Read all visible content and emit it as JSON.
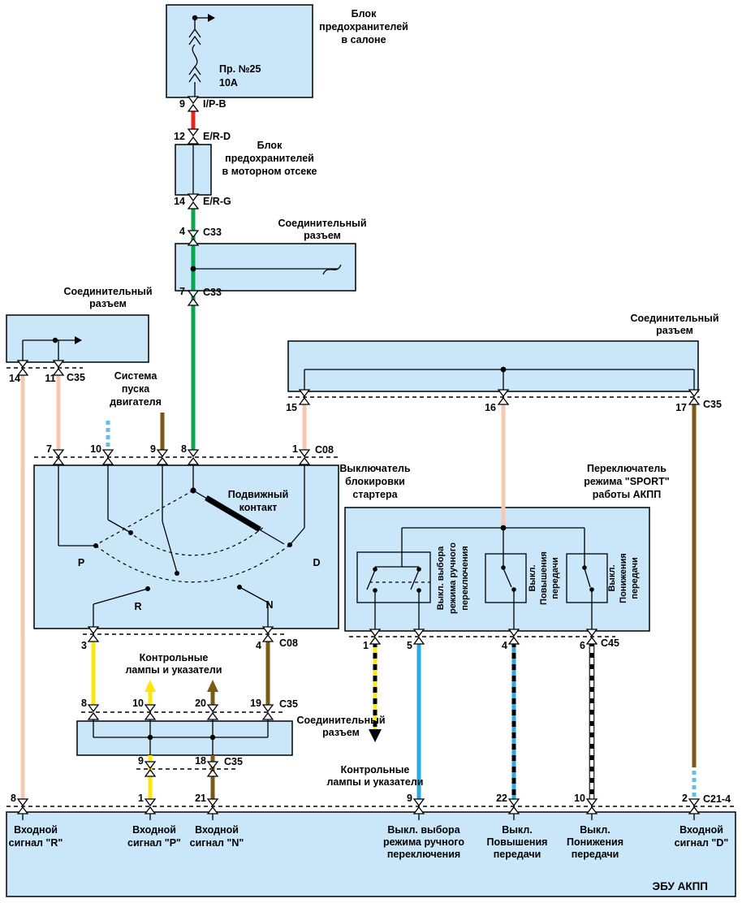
{
  "palette": {
    "box_fill": "#c9e7f8",
    "pink": "#f6c7b2",
    "red": "#e8241d",
    "green": "#0aa54c",
    "brown": "#7b5a17",
    "yellow": "#ffe60a",
    "blue": "#29abe2",
    "light_blue": "#62bfe9"
  },
  "cabin_fuse": {
    "label": [
      "Блок",
      "предохранителей",
      "в салоне"
    ],
    "fuse_name": "Пр. №25",
    "fuse_rating": "10А"
  },
  "engine_fuse": {
    "label": [
      "Блок",
      "предохранителей",
      "в моторном отсеке"
    ]
  },
  "wire_tags": {
    "ipb": "I/P-B",
    "erd": "E/R-D",
    "erg": "E/R-G"
  },
  "joints": {
    "label": [
      "Соединительный",
      "разъем"
    ]
  },
  "start_system": {
    "label": [
      "Система",
      "пуска",
      "двигателя"
    ]
  },
  "pins": {
    "p9": "9",
    "p12": "12",
    "p14": "14",
    "p4": "4",
    "p7": "7",
    "c33": "C33",
    "left_p14": "14",
    "left_p11": "11",
    "left_c35": "C35",
    "right_p15": "15",
    "right_p16": "16",
    "right_p17": "17",
    "right_c35": "C35",
    "inh_p7": "7",
    "inh_p10": "10",
    "inh_p9": "9",
    "inh_p8": "8",
    "inh_p1": "1",
    "inh_c08": "C08",
    "inh_b3": "3",
    "inh_b4": "4",
    "inh_bc08": "C08",
    "sj_p8": "8",
    "sj_p10": "10",
    "sj_p20": "20",
    "sj_p19": "19",
    "sj_c35": "C35",
    "sj_b9": "9",
    "sj_b18": "18",
    "sj_bc35": "C35",
    "sp_p1": "1",
    "sp_p5": "5",
    "sp_p4": "4",
    "sp_p6": "6",
    "sp_c45": "C45",
    "ecu_p8": "8",
    "ecu_p1": "1",
    "ecu_p21": "21",
    "ecu_p9": "9",
    "ecu_p22": "22",
    "ecu_p10": "10",
    "ecu_p2": "2",
    "ecu_c214": "C21-4"
  },
  "inhibitor": {
    "moving_contact": [
      "Подвижный",
      "контакт"
    ],
    "pos_p": "P",
    "pos_r": "R",
    "pos_n": "N",
    "pos_d": "D"
  },
  "starter_lock": {
    "label": [
      "Выключатель",
      "блокировки",
      "стартера"
    ]
  },
  "sport": {
    "label": [
      "Переключатель",
      "режима \"SPORT\"",
      "работы АКПП"
    ],
    "sw_manual": [
      "Выкл. выбора",
      "режима ручного",
      "переключения"
    ],
    "sw_up": [
      "Выкл.",
      "Повышения",
      "передачи"
    ],
    "sw_down": [
      "Выкл.",
      "Понижения",
      "передачи"
    ]
  },
  "lamps": {
    "label": [
      "Контрольные",
      "лампы и указатели"
    ]
  },
  "ecu": {
    "title": "ЭБУ АКПП",
    "in_r": [
      "Входной",
      "сигнал \"R\""
    ],
    "in_p": [
      "Входной",
      "сигнал \"P\""
    ],
    "in_n": [
      "Входной",
      "сигнал \"N\""
    ],
    "in_manual": [
      "Выкл. выбора",
      "режима ручного",
      "переключения"
    ],
    "in_up": [
      "Выкл.",
      "Повышения",
      "передачи"
    ],
    "in_down": [
      "Выкл.",
      "Понижения",
      "передачи"
    ],
    "in_d": [
      "Входной",
      "сигнал \"D\""
    ]
  }
}
